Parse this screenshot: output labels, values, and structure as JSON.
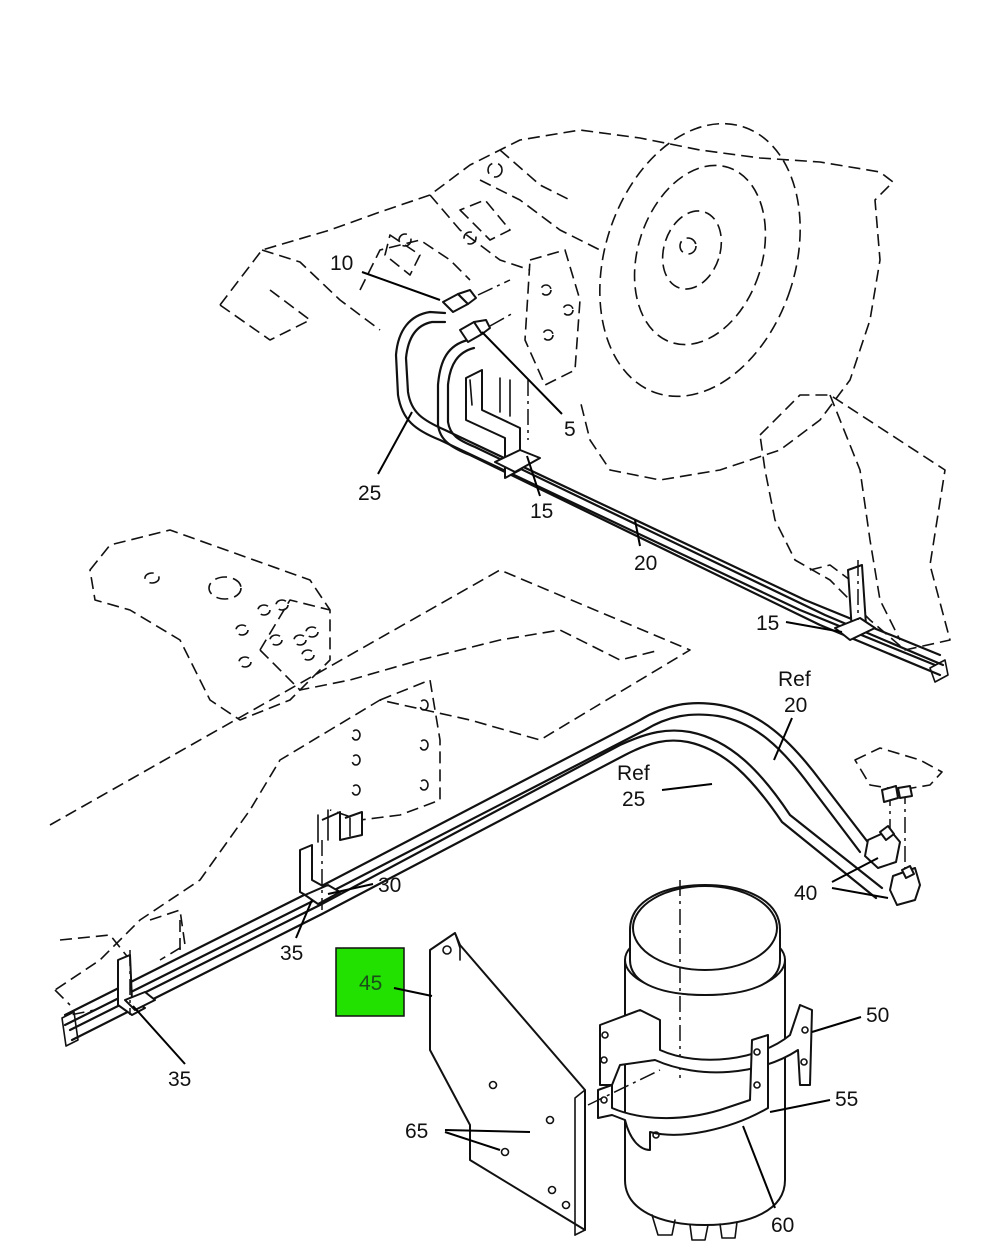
{
  "highlight": {
    "label": "45",
    "color": "#22e000"
  },
  "callouts": [
    {
      "id": "c10",
      "text": "10"
    },
    {
      "id": "c5",
      "text": "5"
    },
    {
      "id": "c25",
      "text": "25"
    },
    {
      "id": "c15a",
      "text": "15"
    },
    {
      "id": "c20",
      "text": "20"
    },
    {
      "id": "c15b",
      "text": "15"
    },
    {
      "id": "cref20a",
      "text": "Ref"
    },
    {
      "id": "cref20b",
      "text": "20"
    },
    {
      "id": "cref25a",
      "text": "Ref"
    },
    {
      "id": "cref25b",
      "text": "25"
    },
    {
      "id": "c40",
      "text": "40"
    },
    {
      "id": "c30",
      "text": "30"
    },
    {
      "id": "c35a",
      "text": "35"
    },
    {
      "id": "c35b",
      "text": "35"
    },
    {
      "id": "c50",
      "text": "50"
    },
    {
      "id": "c55",
      "text": "55"
    },
    {
      "id": "c65",
      "text": "65"
    },
    {
      "id": "c60",
      "text": "60"
    }
  ]
}
